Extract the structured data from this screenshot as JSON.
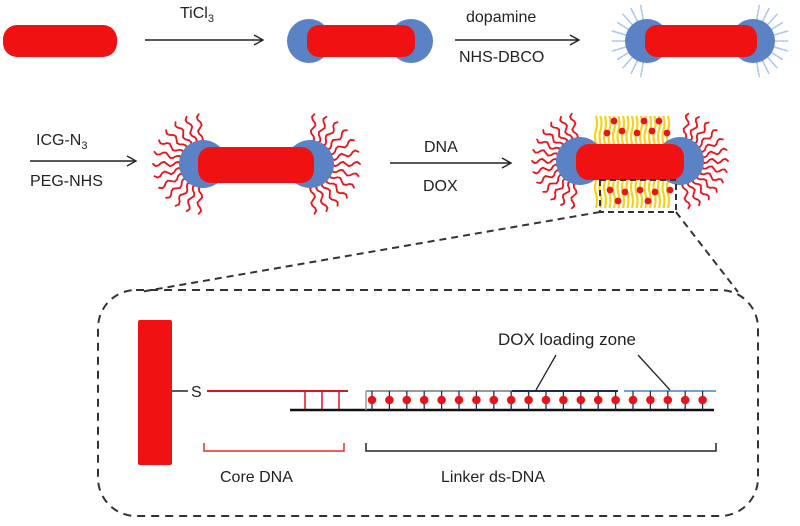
{
  "colors": {
    "rod": "#f01212",
    "cap": "#5a82c4",
    "ligand_light": "#a9c6ea",
    "ligand_red": "#e8141c",
    "dna_yellow": "#f6d21a",
    "dox_dot": "#e8141c",
    "core_dna": "#d21a1a",
    "linker_dark": "#1d2f4f",
    "linker_light": "#6fa3d8",
    "linker_gray": "#9a9a9a",
    "text": "#222222"
  },
  "row1": {
    "arrow1_label": "TiCl",
    "arrow1_sub": "3",
    "arrow2_top": "dopamine",
    "arrow2_bottom": "NHS-DBCO"
  },
  "row2": {
    "arrow3_top_main": "ICG-N",
    "arrow3_top_sub": "3",
    "arrow3_bottom": "PEG-NHS",
    "arrow4_top": "DNA",
    "arrow4_bottom": "DOX"
  },
  "detail": {
    "thiol_label": "S",
    "dox_zone_label": "DOX loading zone",
    "core_label": "Core DNA",
    "linker_label": "Linker ds-DNA"
  }
}
